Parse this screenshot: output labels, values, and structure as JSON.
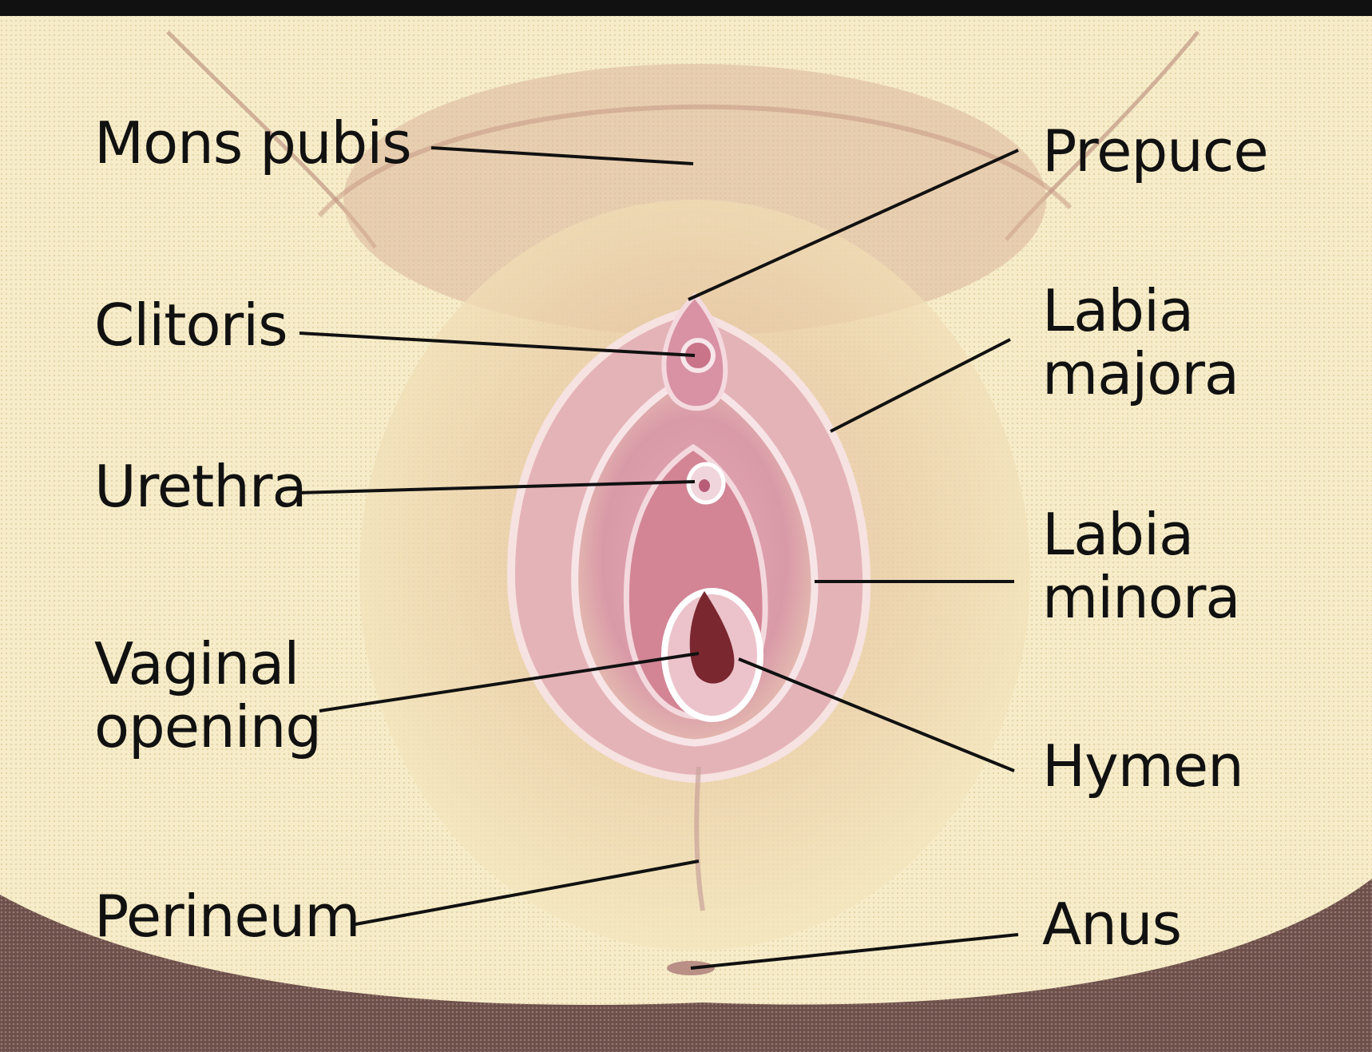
{
  "labels": {
    "mons_pubis": "Mons pubis",
    "clitoris": "Clitoris",
    "urethra": "Urethra",
    "vaginal_opening": [
      "Vaginal",
      "opening"
    ],
    "perineum": "Perineum",
    "prepuce": "Prepuce",
    "labia_majora": [
      "Labia",
      "majora"
    ],
    "labia_minora": [
      "Labia",
      "minora"
    ],
    "hymen": "Hymen",
    "anus": "Anus"
  },
  "colors": {
    "background": "#f6ecc9",
    "skin": "#e7c8a2",
    "tissue": "#d99aa8",
    "tissue_dark": "#b85d78",
    "opening": "#7a2730",
    "lower_band": "#6e4f4a",
    "frame_line": "#111111",
    "leader_line": "#111111"
  }
}
